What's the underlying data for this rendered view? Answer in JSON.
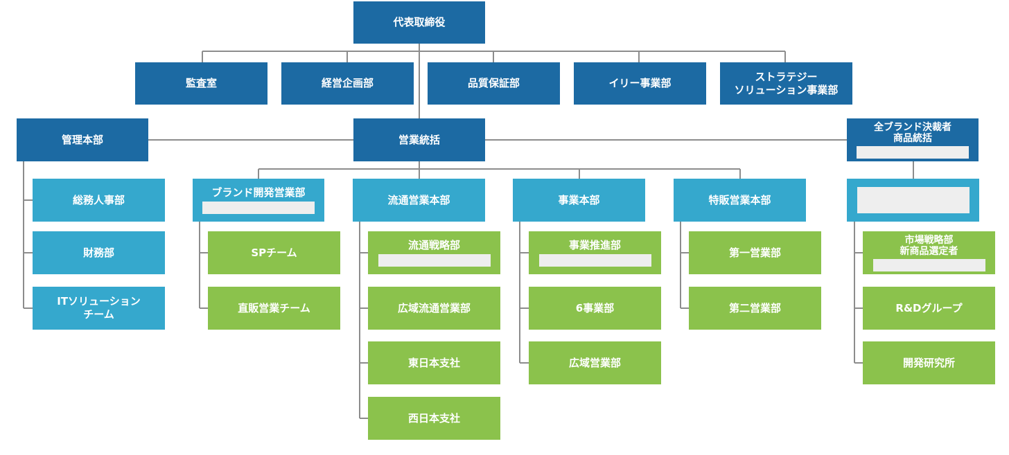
{
  "org_chart": {
    "ceo": "代表取締役",
    "staff": [
      "監査室",
      "経営企画部",
      "品質保証部",
      "イリー事業部",
      "ストラテジー\nソリューション事業部"
    ],
    "admin": {
      "label": "管理本部",
      "children": [
        "総務人事部",
        "財務部",
        "ITソリューション\nチーム"
      ]
    },
    "sales": {
      "label": "営業統括",
      "divisions": [
        {
          "label": "ブランド開発営業部",
          "children": [
            "SPチーム",
            "直販営業チーム"
          ]
        },
        {
          "label": "流通営業本部",
          "children": [
            "流通戦略部",
            "広域流通営業部",
            "東日本支社",
            "西日本支社"
          ]
        },
        {
          "label": "事業本部",
          "children": [
            "事業推進部",
            "6事業部",
            "広域営業部"
          ]
        },
        {
          "label": "特販営業本部",
          "children": [
            "第一営業部",
            "第二営業部"
          ]
        }
      ]
    },
    "brand": {
      "label": "全ブランド決裁者\n商品統括",
      "sub_label": "",
      "children": [
        "市場戦略部\n新商品選定者",
        "R&Dグループ",
        "開発研究所"
      ]
    }
  },
  "colors": {
    "level1": "#1c6aa3",
    "level2": "#35a8cd",
    "level3": "#8bc24c",
    "connector": "#8c8c8c",
    "redaction": "#eeeeee"
  }
}
